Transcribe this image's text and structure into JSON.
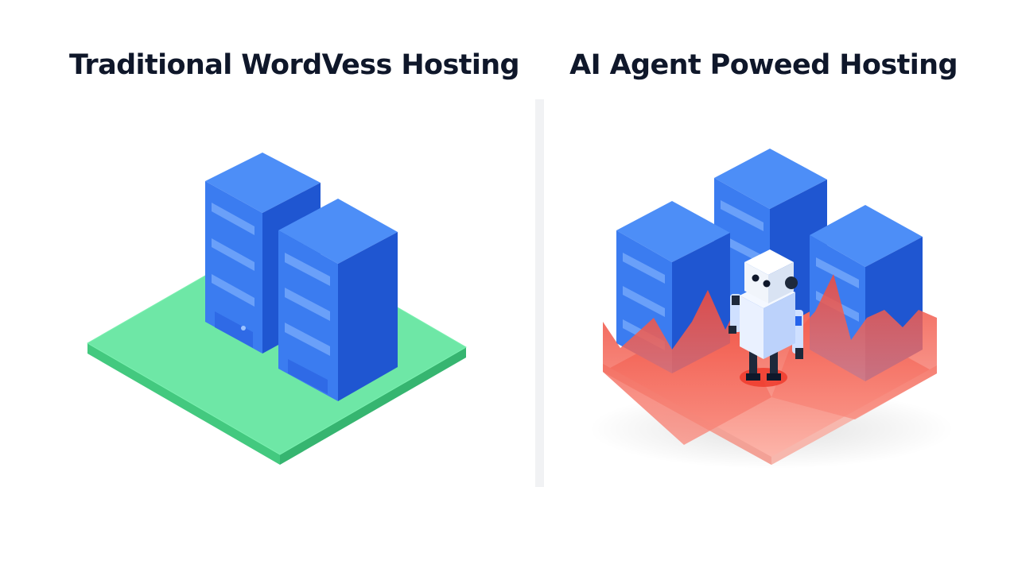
{
  "panels": {
    "left": {
      "title": "Traditional WordVess Hosting",
      "colors": {
        "platform": "#5ee39a",
        "server": "#3b82f6"
      },
      "icons": [
        "green-platform",
        "server-rack-icon",
        "server-rack-icon"
      ]
    },
    "right": {
      "title": "AI Agent Poweed Hosting",
      "colors": {
        "platform": "#f87171",
        "server": "#3b82f6",
        "robot": "#dbeafe"
      },
      "icons": [
        "red-spiky-platform",
        "server-rack-icon",
        "server-rack-icon",
        "server-rack-icon",
        "robot-icon"
      ]
    }
  }
}
